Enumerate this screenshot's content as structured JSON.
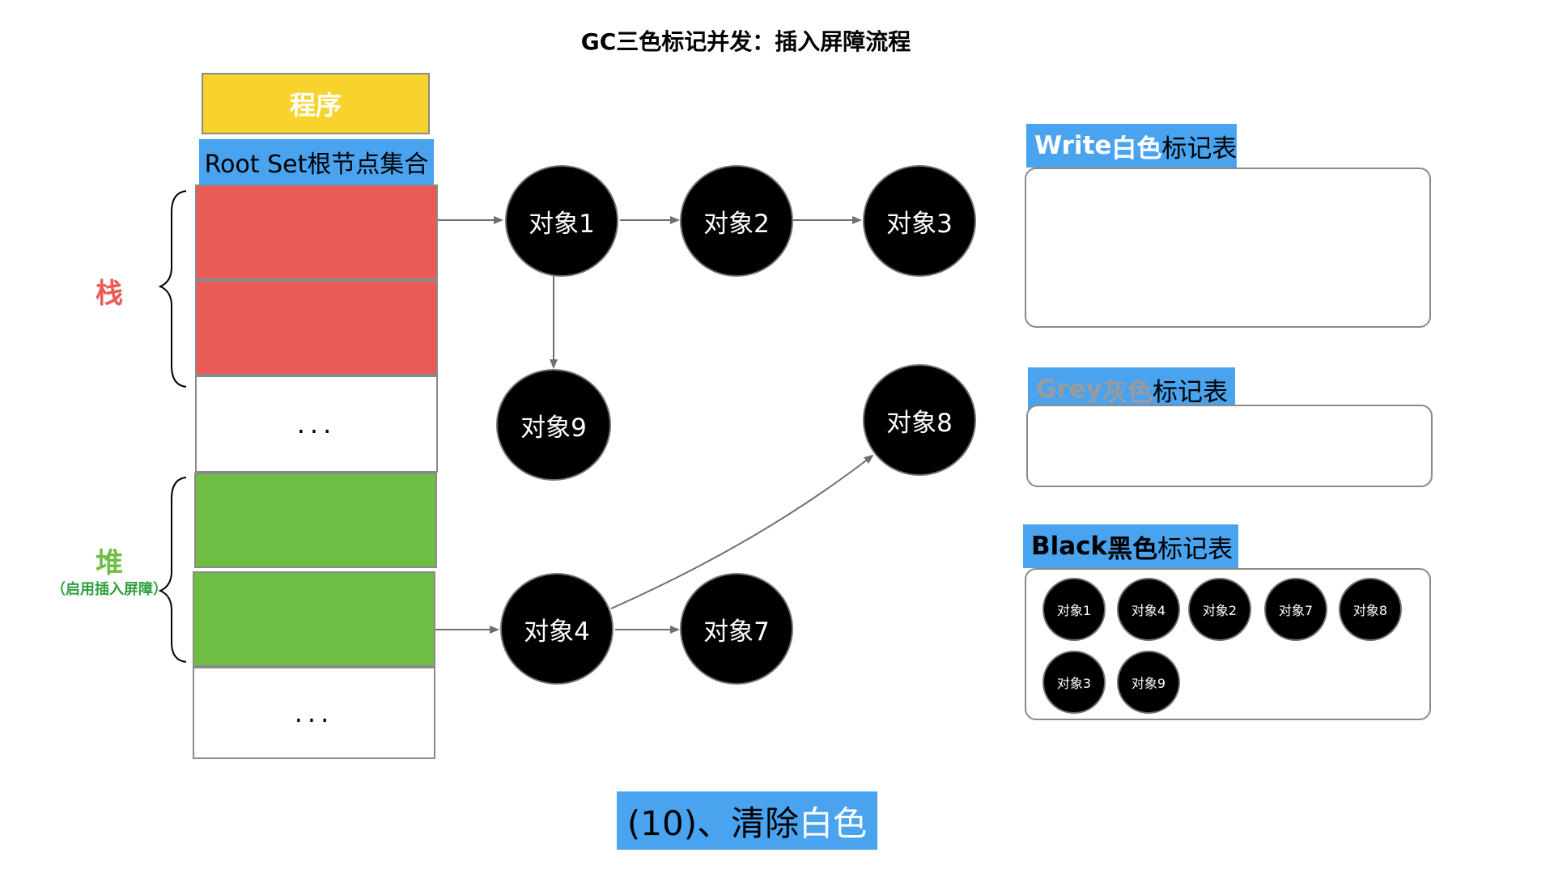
{
  "title": "GC三色标记并发：插入屏障流程",
  "root": {
    "program_label": "程序",
    "root_set_label": "Root Set根节点集合"
  },
  "stack": {
    "label": "栈",
    "color": "#ea5b56"
  },
  "heap": {
    "label": "堆",
    "sublabel": "（启用插入屏障）",
    "color": "#6fbe44"
  },
  "ellipsis": "...",
  "nodes": {
    "n1": "对象1",
    "n2": "对象2",
    "n3": "对象3",
    "n9": "对象9",
    "n8": "对象8",
    "n4": "对象4",
    "n7": "对象7"
  },
  "tables": {
    "white": {
      "prefix": "Write ",
      "color_word": "白色",
      "suffix": "标记表",
      "color_word_color": "#ffffff",
      "prefix_color": "#ffffff"
    },
    "grey": {
      "prefix": "Grey ",
      "color_word": "灰色",
      "suffix": "标记表",
      "color_word_color": "#9b9b9b",
      "prefix_color": "#9b9b9b"
    },
    "black": {
      "prefix": "Black ",
      "color_word": "黑色",
      "suffix": "标记表",
      "color_word_color": "#000000",
      "prefix_color": "#000000",
      "items": [
        "对象1",
        "对象4",
        "对象2",
        "对象7",
        "对象8",
        "对象3",
        "对象9"
      ]
    }
  },
  "caption": {
    "prefix": "(10)、清除",
    "highlight": "白色"
  }
}
